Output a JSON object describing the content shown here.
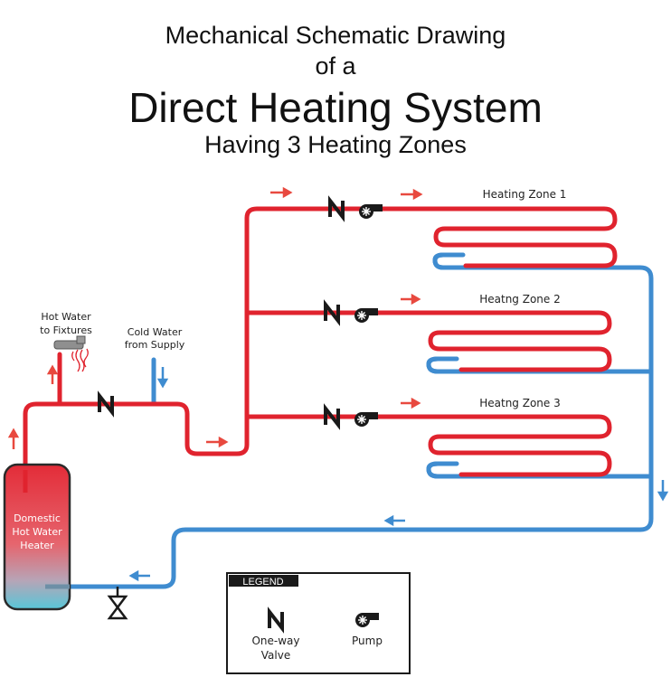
{
  "title": {
    "line1": "Mechanical Schematic Drawing",
    "line2": "of a",
    "line3": "Direct Heating System",
    "line4": "Having 3 Heating Zones"
  },
  "zones": [
    {
      "label": "Heating Zone 1"
    },
    {
      "label": "Heatng Zone 2"
    },
    {
      "label": "Heatng Zone 3"
    }
  ],
  "fixtures": {
    "line1": "Hot Water",
    "line2": "to Fixtures"
  },
  "supply": {
    "line1": "Cold Water",
    "line2": "from Supply"
  },
  "heater": {
    "line1": "Domestic",
    "line2": "Hot Water",
    "line3": "Heater"
  },
  "legend": {
    "title": "LEGEND",
    "valve_line1": "One-way",
    "valve_line2": "Valve",
    "pump": "Pump"
  },
  "colors": {
    "hot": "#e0232e",
    "cold": "#3f8cd0",
    "arrow_hot": "#e8493f",
    "dark": "#1a1a1a"
  },
  "icons": {
    "valve": "one-way-valve-icon",
    "pump": "pump-icon",
    "faucet": "faucet-icon",
    "gate": "gate-valve-icon"
  }
}
